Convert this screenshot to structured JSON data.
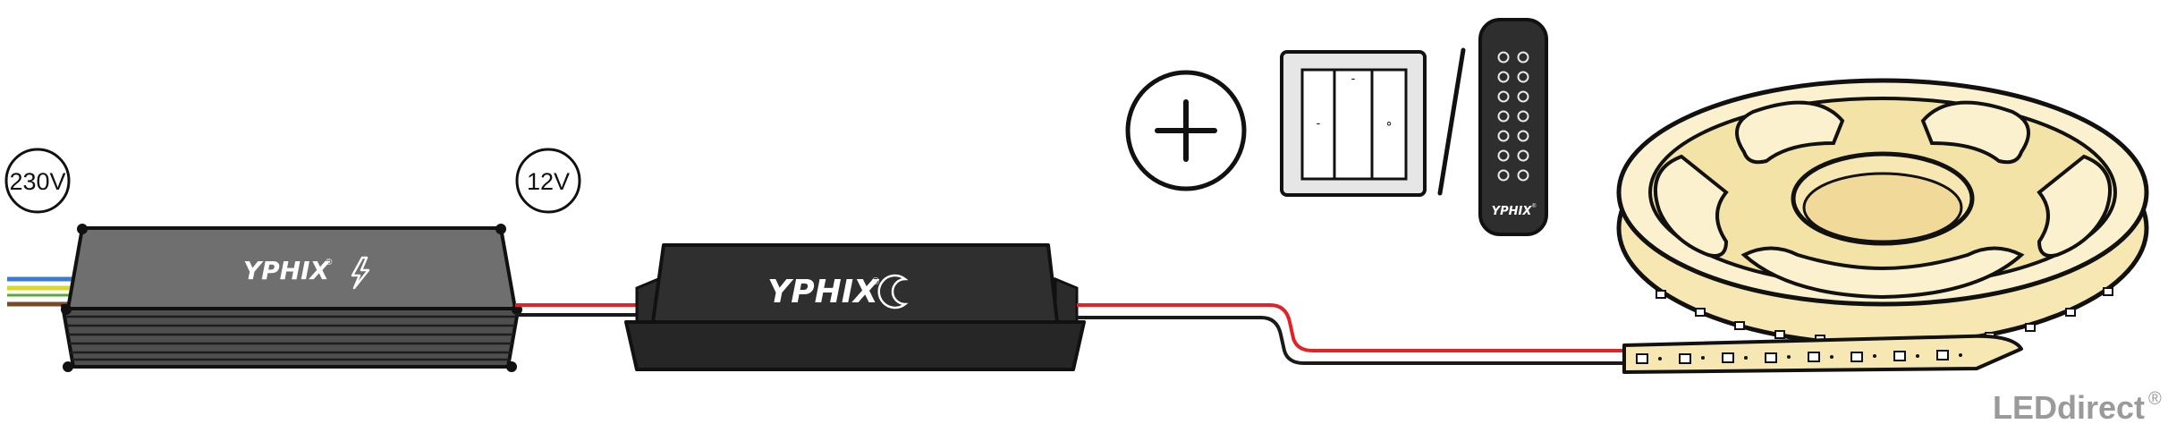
{
  "labels": {
    "input_voltage": "230V",
    "output_voltage": "12V"
  },
  "power_supply": {
    "brand": "YPHIX",
    "reg": "®",
    "icon": "lightning-icon"
  },
  "controller": {
    "brand": "YPHIX",
    "reg": "®",
    "icon": "moon-icon"
  },
  "remote": {
    "brand": "YPHIX",
    "reg": "®"
  },
  "wall_switch": {
    "symbols": [
      "-",
      "·",
      "-",
      "∘"
    ]
  },
  "plus_symbol": "+",
  "separator": "/",
  "watermark": {
    "text": "LEDdirect",
    "reg": "®"
  },
  "colors": {
    "wire_red": "#e32228",
    "wire_black": "#1a1a1a",
    "wire_blue": "#3a7bd5",
    "wire_yellow": "#d9d92a",
    "wire_green": "#58a83c",
    "wire_brown": "#7a4a25",
    "psu_gray": "#6f6f6f",
    "controller_black": "#2b2b2b",
    "led_yellow": "#f6e7b3",
    "watermark_gray": "#9a9a9a"
  }
}
